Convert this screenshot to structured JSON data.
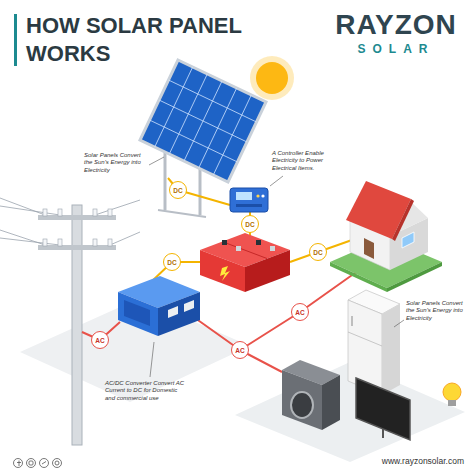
{
  "diagram": {
    "title": "HOW SOLAR PANEL WORKS",
    "nodes": [
      {
        "text": [
          "DC"
        ]
      },
      {
        "text": [
          "DC"
        ]
      },
      {
        "text": [
          "DC"
        ]
      },
      {
        "text": [
          "DC"
        ]
      },
      {
        "text": [
          "AC"
        ]
      },
      {
        "text": [
          "AC"
        ]
      },
      {
        "text": [
          "AC"
        ]
      }
    ],
    "labels": [
      "RAYZON",
      "SOLAR",
      "Solar Panels Convert the Sun's Energy into Electricity",
      "A Controller Enable Electricity to Power Electrical Items.",
      "Solar Panels Convert the Sun's Energy into Electricity",
      "AC/DC Converter Convert AC Current to DC for Domestic and commercial use",
      "www.rayzonsolar.com"
    ]
  }
}
